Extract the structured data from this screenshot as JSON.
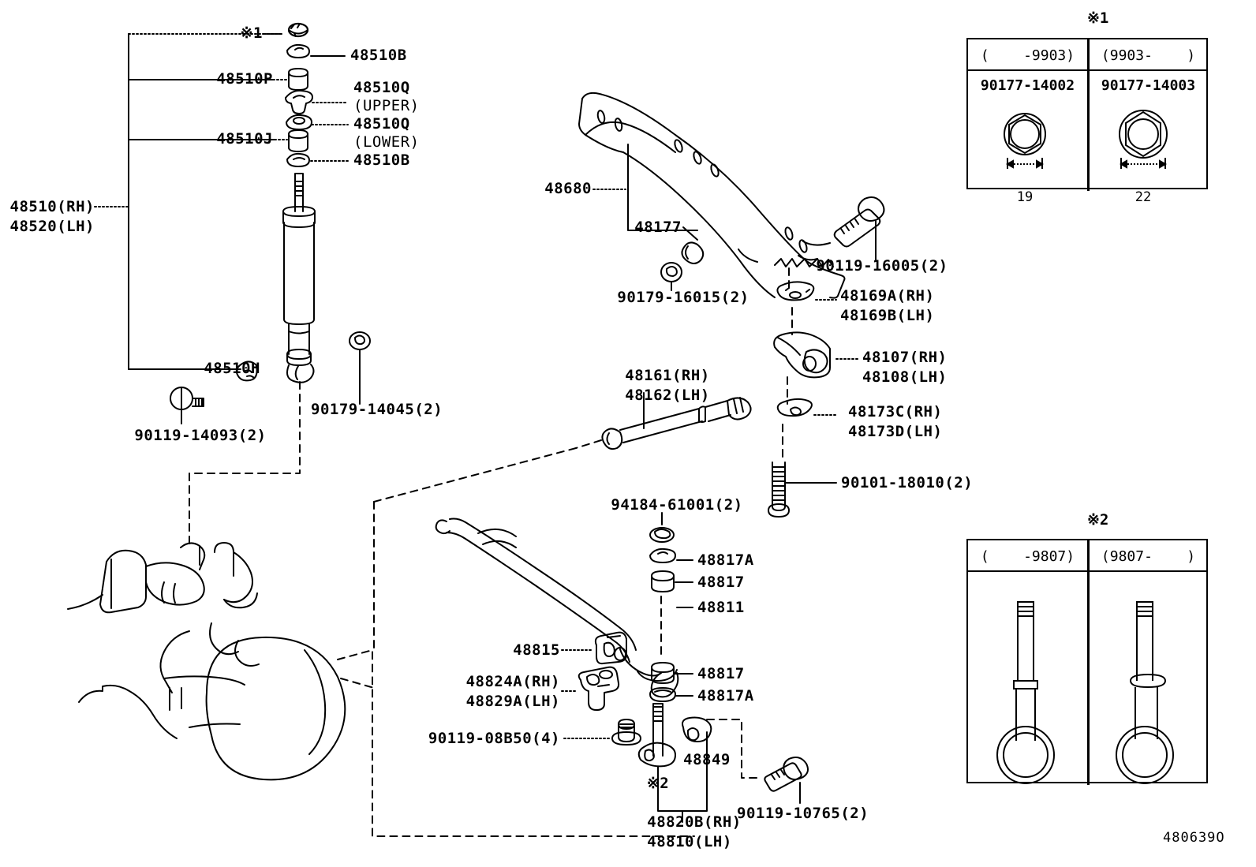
{
  "document": {
    "id": "480639O",
    "title": "Rear Suspension Parts Diagram",
    "note_marker_1": "※1",
    "note_marker_2": "※2"
  },
  "left_group": {
    "assembly_label_line1": "48510(RH)",
    "assembly_label_line2": "48520(LH)",
    "items": [
      {
        "key": "nut_star1",
        "label": "※1"
      },
      {
        "key": "ring_top",
        "label": "48510B"
      },
      {
        "key": "collar_p",
        "label": "48510P"
      },
      {
        "key": "cushion_up",
        "label": "48510Q",
        "sub": "(UPPER)"
      },
      {
        "key": "cushion_low",
        "label": "48510Q",
        "sub": "(LOWER)"
      },
      {
        "key": "collar_j",
        "label": "48510J"
      },
      {
        "key": "ring_bot",
        "label": "48510B"
      },
      {
        "key": "bush_h",
        "label": "48510H"
      }
    ],
    "bolt_lower": "90119-14093(2)",
    "nut_lower": "90179-14045(2)"
  },
  "upper_arm_group": {
    "arm": "48680",
    "bush": "48177",
    "nut": "90179-16015(2)",
    "bolt": "90119-16005(2)",
    "plate_line1": "48169A(RH)",
    "plate_line2": "48169B(LH)",
    "bracket_line1": "48107(RH)",
    "bracket_line2": "48108(LH)",
    "retainer_line1": "48173C(RH)",
    "retainer_line2": "48173D(LH)",
    "long_bolt": "90101-18010(2)"
  },
  "lateral_rod": {
    "line1": "48161(RH)",
    "line2": "48162(LH)"
  },
  "stabilizer_group": {
    "nut": "94184-61001(2)",
    "retainer_top": "48817A",
    "cushion_top": "48817",
    "bar": "48811",
    "bush": "48815",
    "bracket_line1": "48824A(RH)",
    "bracket_line2": "48829A(LH)",
    "cushion_bot": "48817",
    "retainer_bot": "48817A",
    "bracket_bolt": "90119-08B50(4)",
    "link_star": "※2",
    "spacer": "48849",
    "link_line1": "48820B(RH)",
    "link_line2": "48810(LH)",
    "link_bolt": "90119-10765(2)"
  },
  "ref_box_1": {
    "marker": "※1",
    "col1_range": "(    -9903)",
    "col2_range": "(9903-    )",
    "col1_part": "90177-14002",
    "col2_part": "90177-14003",
    "col1_dim": "19",
    "col2_dim": "22"
  },
  "ref_box_2": {
    "marker": "※2",
    "col1_range": "(    -9807)",
    "col2_range": "(9807-    )"
  }
}
